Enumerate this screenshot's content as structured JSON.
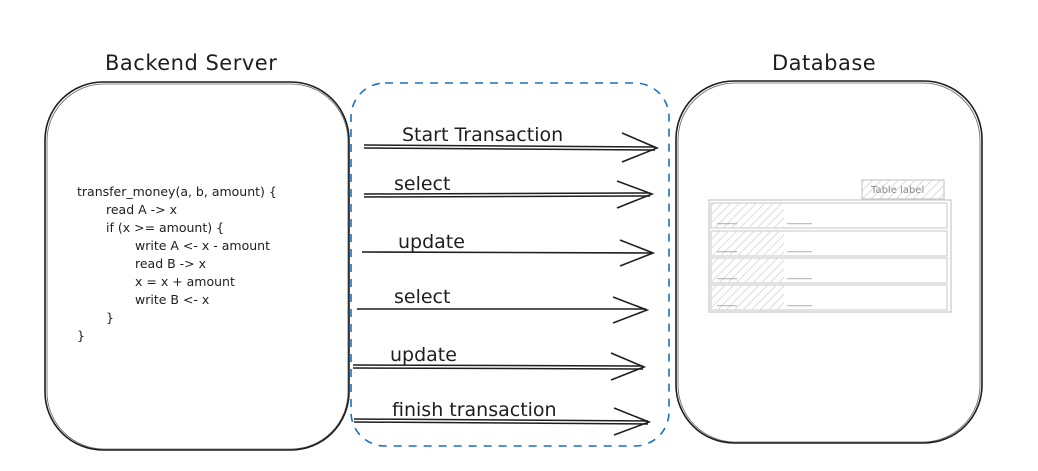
{
  "titles": {
    "backend": "Backend Server",
    "database": "Database"
  },
  "code_lines": [
    "transfer_money(a, b, amount) {",
    "read A -> x",
    "if (x >= amount) {",
    "write A <- x - amount",
    "read B -> x",
    "x = x + amount",
    "write B <- x",
    "}",
    "}"
  ],
  "messages": [
    "Start Transaction",
    "select",
    "update",
    "select",
    "update",
    "finish transaction"
  ],
  "table": {
    "label": "Table label",
    "rows": [
      [
        "____",
        "_____"
      ],
      [
        "____",
        "_____"
      ],
      [
        "____",
        "_____"
      ],
      [
        "____",
        "_____"
      ]
    ]
  },
  "colors": {
    "stroke": "#1e1e1e",
    "dashed_group": "#1971c2",
    "table_stroke": "#c7c7c7",
    "hatch": "#dcdcdc"
  }
}
